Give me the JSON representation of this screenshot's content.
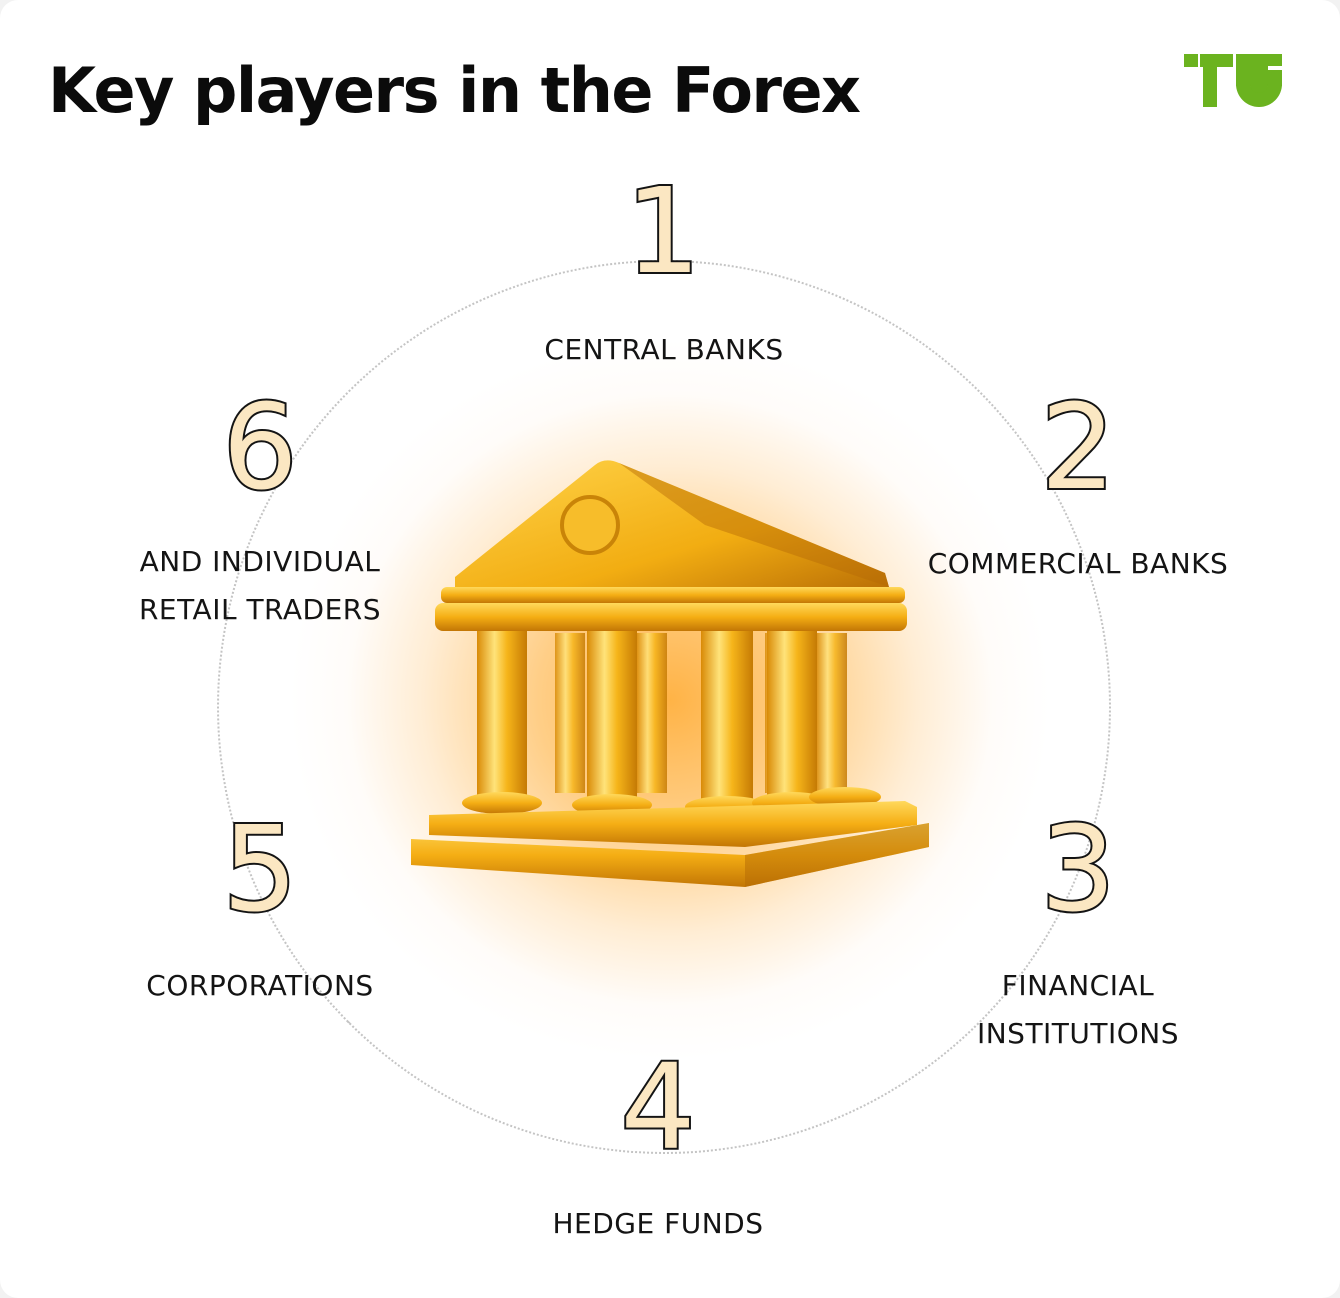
{
  "title": "Key players in the Forex",
  "logo": {
    "text": "TU",
    "color": "#6bb31f"
  },
  "center_icon": "bank-building-icon",
  "colors": {
    "gold": "#f3b31c",
    "number_fill": "#fbe7c2",
    "ring": "#c4c4c4"
  },
  "players": [
    {
      "number": "1",
      "label": "CENTRAL BANKS"
    },
    {
      "number": "2",
      "label": "COMMERCIAL BANKS"
    },
    {
      "number": "3",
      "label_line1": "FINANCIAL",
      "label_line2": "INSTITUTIONS"
    },
    {
      "number": "4",
      "label": "HEDGE FUNDS"
    },
    {
      "number": "5",
      "label": "CORPORATIONS"
    },
    {
      "number": "6",
      "label_line1": "AND INDIVIDUAL",
      "label_line2": "RETAIL TRADERS"
    }
  ]
}
